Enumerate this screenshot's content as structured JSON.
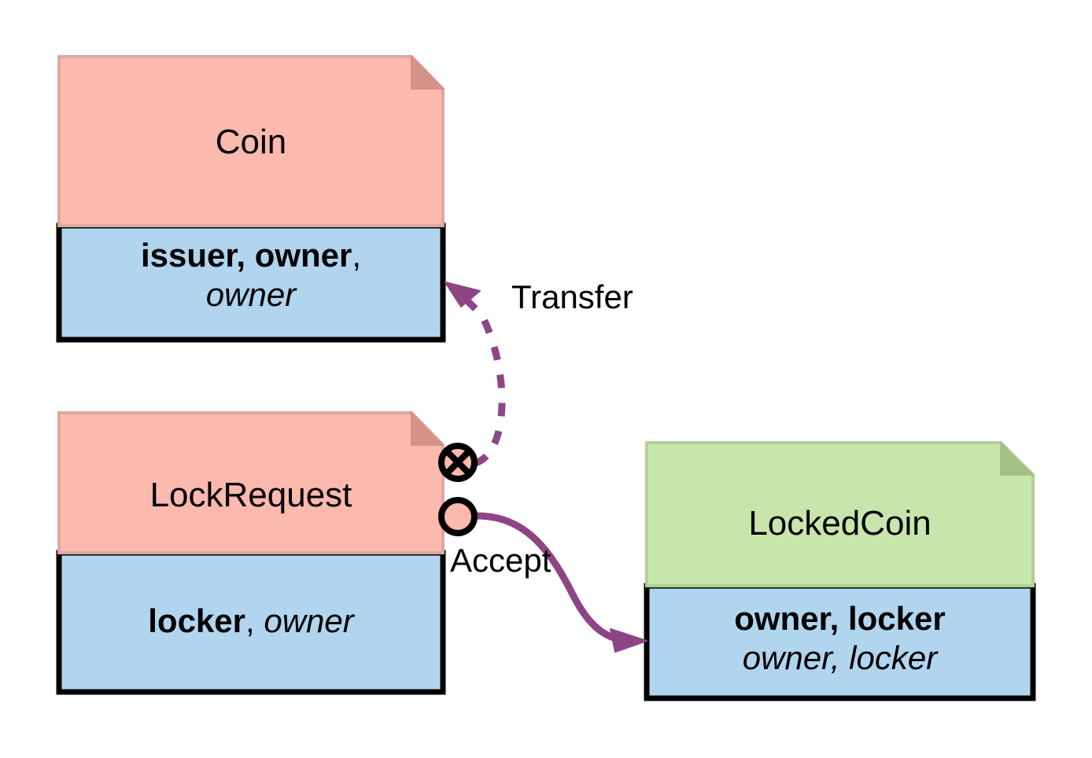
{
  "diagram": {
    "title": "Coin LockRequest LockedCoin state transition diagram",
    "background": "#ffffff",
    "colors": {
      "pink_fill": "#fcb9ae",
      "pink_fold": "#d79289",
      "blue_fill": "#b1d5ef",
      "green_fill": "#c8e6ac",
      "green_fold": "#a2c285",
      "edge_purple": "#8e4585",
      "stroke_black": "#000000"
    }
  },
  "nodes": [
    {
      "id": "coin",
      "name": "coin-node",
      "title": "Coin",
      "header_color": "#fcb9ae",
      "body_color": "#b1d5ef",
      "attributes": [
        {
          "bold": "issuer, owner",
          "plain": ",",
          "italic": ""
        },
        {
          "bold": "",
          "plain": "",
          "italic": "owner"
        }
      ],
      "attribute_text": "issuer, owner, owner"
    },
    {
      "id": "lockrequest",
      "name": "lockrequest-node",
      "title": "LockRequest",
      "header_color": "#fcb9ae",
      "body_color": "#b1d5ef",
      "attributes": [
        {
          "bold": "locker",
          "plain": ", ",
          "italic": "owner"
        }
      ],
      "attribute_text": "locker, owner"
    },
    {
      "id": "lockedcoin",
      "name": "lockedcoin-node",
      "title": "LockedCoin",
      "header_color": "#c8e6ac",
      "body_color": "#b1d5ef",
      "attributes": [
        {
          "bold": "owner, locker",
          "plain": "",
          "italic": ""
        },
        {
          "bold": "",
          "plain": "",
          "italic": "owner, locker"
        }
      ],
      "attribute_text": "owner, locker owner, locker"
    }
  ],
  "ports": [
    {
      "id": "transfer-port",
      "name": "circle-cross-icon",
      "glyph": "circle-with-cross",
      "fill": "#fcb9ae"
    },
    {
      "id": "accept-port",
      "name": "circle-icon",
      "glyph": "circle",
      "fill": "#fcb9ae"
    }
  ],
  "edges": [
    {
      "id": "transfer-edge",
      "name": "transfer-edge",
      "label": "Transfer",
      "style": "dashed",
      "color": "#8e4585",
      "from": "lockrequest",
      "to": "coin",
      "arrowhead": "filled-triangle"
    },
    {
      "id": "accept-edge",
      "name": "accept-edge",
      "label": "Accept",
      "style": "solid",
      "color": "#8e4585",
      "from": "lockrequest",
      "to": "lockedcoin",
      "arrowhead": "filled-triangle"
    }
  ]
}
